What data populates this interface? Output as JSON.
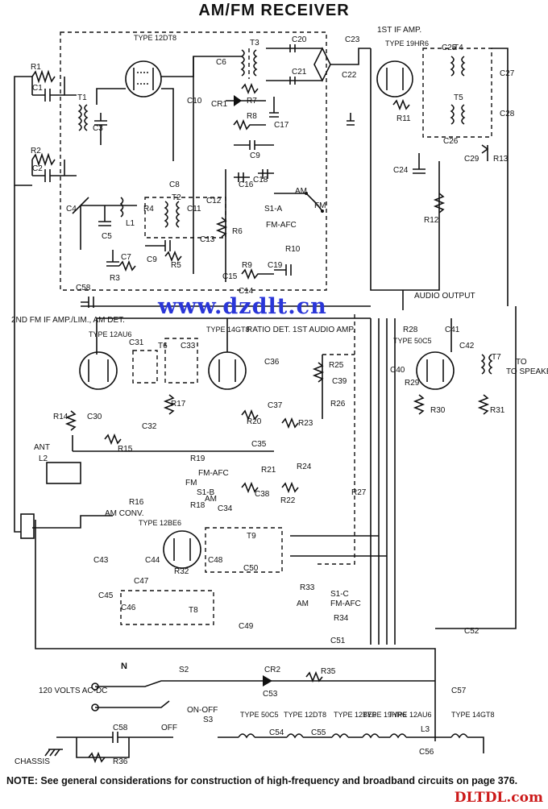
{
  "title": "AM/FM RECEIVER",
  "watermark": "www.dzdlt.cn",
  "brand": "DLTDL.com",
  "note": "NOTE: See general considerations for construction of high-frequency and broadband circuits on page 376.",
  "stage_labels": {
    "if1": "1ST IF AMP.",
    "if2": "2ND FM IF AMP./LIM., AM DET.",
    "ratio": "RATIO DET. 1ST AUDIO AMP.",
    "audio_out": "AUDIO OUTPUT",
    "am_conv": "AM CONV.",
    "speaker": "TO SPEAKER VOICE COIL",
    "ant": "ANT",
    "supply": "120 VOLTS AC-DC",
    "switch": "ON-OFF",
    "chassis": "CHASSIS",
    "off": "OFF"
  },
  "tubes": [
    {
      "type": "TYPE 12DT8"
    },
    {
      "type": "TYPE 19HR6"
    },
    {
      "type": "TYPE 12AU6"
    },
    {
      "type": "TYPE 14GT8"
    },
    {
      "type": "TYPE 50C5"
    },
    {
      "type": "TYPE 12BE6"
    }
  ],
  "switches": {
    "am": "AM",
    "fm": "FM",
    "fm_afc": "FM-AFC",
    "s1a": "S1-A",
    "s1b": "S1-B",
    "s1c": "S1-C",
    "s2": "S2",
    "s3": "S3"
  },
  "filaments": [
    "TYPE 50C5",
    "TYPE 12DT8",
    "TYPE 12BE6",
    "TYPE 19HR6",
    "TYPE 12AU6",
    "TYPE 14GT8"
  ],
  "components": {
    "r": [
      "R1",
      "R2",
      "R3",
      "R4",
      "R5",
      "R6",
      "R7",
      "R8",
      "R9",
      "R10",
      "R11",
      "R12",
      "R13",
      "R14",
      "R15",
      "R16",
      "R17",
      "R18",
      "R19",
      "R20",
      "R21",
      "R22",
      "R23",
      "R24",
      "R25",
      "R26",
      "R27",
      "R28",
      "R29",
      "R30",
      "R31",
      "R32",
      "R33",
      "R34",
      "R35",
      "R36"
    ],
    "c": [
      "C1",
      "C2",
      "C3",
      "C4",
      "C5",
      "C6",
      "C7",
      "C8",
      "C9",
      "C10",
      "C11",
      "C12",
      "C13",
      "C14",
      "C15",
      "C16",
      "C17",
      "C18",
      "C19",
      "C20",
      "C21",
      "C22",
      "C23",
      "C24",
      "C25",
      "C26",
      "C27",
      "C28",
      "C29",
      "C30",
      "C31",
      "C32",
      "C33",
      "C34",
      "C35",
      "C36",
      "C37",
      "C38",
      "C39",
      "C40",
      "C41",
      "C42",
      "C43",
      "C44",
      "C45",
      "C46",
      "C47",
      "C48",
      "C49",
      "C50",
      "C51",
      "C52",
      "C53",
      "C54",
      "C55",
      "C56",
      "C57",
      "C58"
    ],
    "other": [
      "T1",
      "T2",
      "T3",
      "T4",
      "T5",
      "T6",
      "T7",
      "T8",
      "T9",
      "L1",
      "L2",
      "L3",
      "CR1",
      "CR2"
    ]
  }
}
